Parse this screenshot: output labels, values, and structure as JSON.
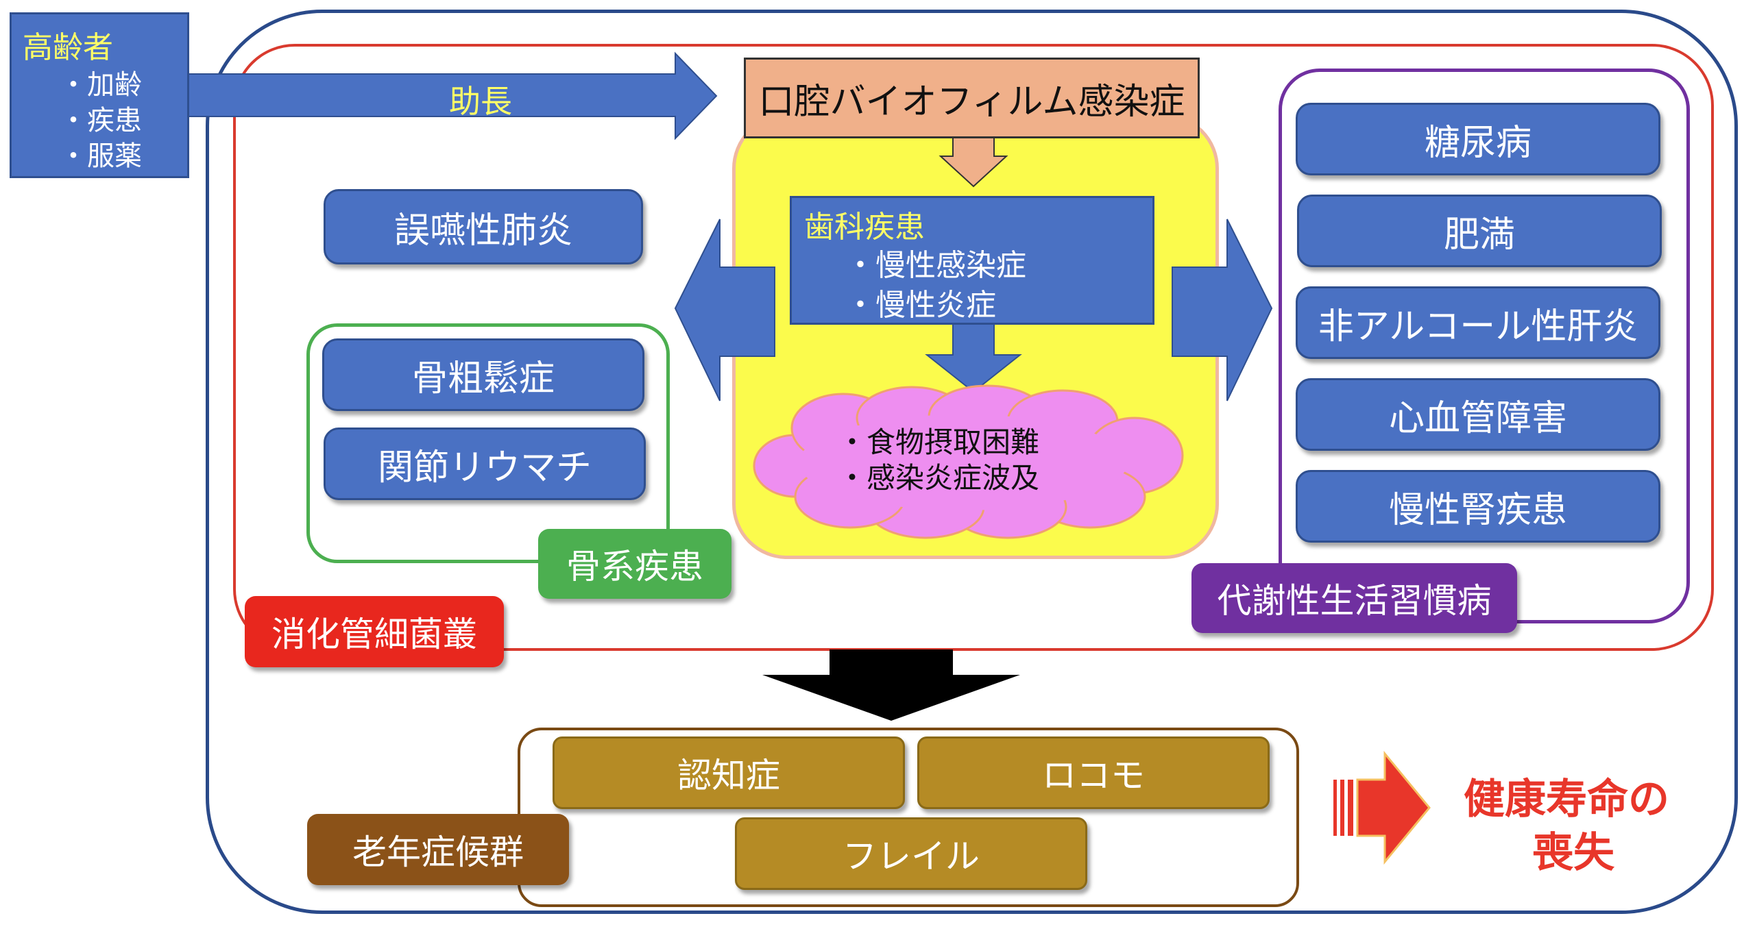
{
  "elderly": {
    "title": "高齢者",
    "items": [
      "・加齢",
      "・疾患",
      "・服薬"
    ]
  },
  "promote_label": "助長",
  "oral_biofilm": "口腔バイオフィルム感染症",
  "dental": {
    "title": "歯科疾患",
    "items": [
      "・慢性感染症",
      "・慢性炎症"
    ]
  },
  "cloud": {
    "items": [
      "・食物摂取困難",
      "・感染炎症波及"
    ]
  },
  "left_diseases": {
    "pneumonia": "誤嚥性肺炎"
  },
  "bone": {
    "tag": "骨系疾患",
    "items": [
      "骨粗鬆症",
      "関節リウマチ"
    ]
  },
  "metabolic": {
    "tag": "代謝性生活習慣病",
    "items": [
      "糖尿病",
      "肥満",
      "非アルコール性肝炎",
      "心血管障害",
      "慢性腎疾患"
    ]
  },
  "gut": {
    "tag": "消化管細菌叢"
  },
  "geriatric": {
    "tag": "老年症候群",
    "items": [
      "認知症",
      "ロコモ",
      "フレイル"
    ]
  },
  "outcome": {
    "line1": "健康寿命の",
    "line2": "喪失"
  },
  "colors": {
    "blue_box": "#4a71c3",
    "outer_border": "#2a4a8a",
    "red_border": "#d93a2e",
    "yellow": "#fbfb4c",
    "salmon": "#f0b08a",
    "pink": "#ee8ef0",
    "green": "#4caf50",
    "purple": "#7030a0",
    "gold": "#b58b25",
    "brown": "#8b5218",
    "red_text": "#e8362a",
    "label_yellow": "#ffff66"
  }
}
